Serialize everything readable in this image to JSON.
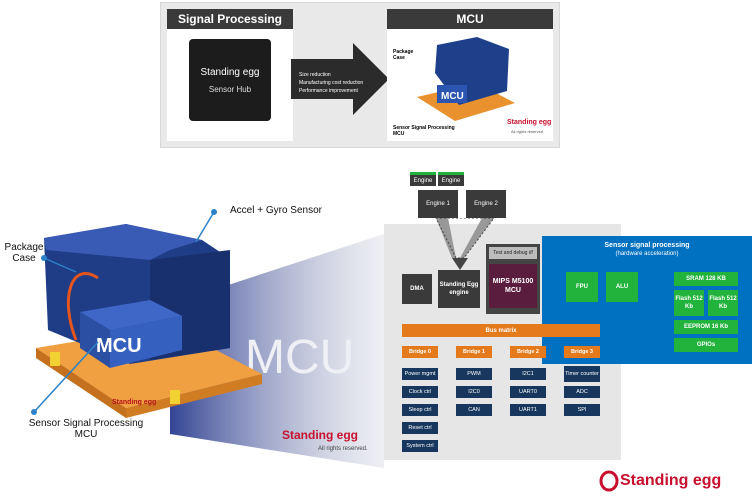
{
  "top_slide": {
    "left_title": "Signal Processing MCU",
    "right_title": "MCU",
    "chip_brand": "Standing egg",
    "chip_sub": "Sensor Hub",
    "bullets": [
      "Size reduction",
      "Manufacturing cost reduction",
      "Performance improvement"
    ],
    "labels": {
      "package_case": "Package Case",
      "mcu": "MCU",
      "sensor_mcu": "Sensor Signal Processing MCU"
    },
    "logo": "Standing egg",
    "rights": "All rights reserved."
  },
  "main_figure": {
    "accel_label": "Accel + Gyro Sensor",
    "package_label": "Package Case",
    "mcu_block": "MCU",
    "big_mcu": "MCU",
    "sensor_label": "Sensor Signal Processing MCU",
    "substrate_logo": "Standing egg",
    "logo": "Standing egg",
    "rights": "All rights reserved."
  },
  "block_diagram": {
    "engine_small": [
      "Engine",
      "Engine"
    ],
    "engine1": "Engine 1",
    "engine2": "Engine 2",
    "dma": "DMA",
    "se_engine": "Standing Egg engine",
    "test_debug": "Test and debug i/f",
    "mips": "MIPS M5100 MCU",
    "ssp_title": "Sensor signal processing",
    "ssp_sub": "(hardware acceleration)",
    "fpu": "FPU",
    "alu": "ALU",
    "sram": "SRAM 128 KB",
    "flash1": "Flash 512 Kb",
    "flash2": "Flash 512 Kb",
    "eeprom": "EEPROM 16 Kb",
    "gpios": "GPIOs",
    "bus_matrix": "Bus matrix",
    "bridges": [
      {
        "title": "Bridge 0",
        "items": [
          "Power mgmt",
          "Clock ctrl",
          "Sleep ctrl",
          "Reset ctrl",
          "System ctrl"
        ]
      },
      {
        "title": "Bridge 1",
        "items": [
          "PWM",
          "I2C0",
          "CAN"
        ]
      },
      {
        "title": "Bridge 2",
        "items": [
          "I2C1",
          "UART0",
          "UART1"
        ]
      },
      {
        "title": "Bridge 3",
        "items": [
          "Timer counter",
          "ADC",
          "SPI"
        ]
      }
    ]
  },
  "footer_logo": "Standing egg",
  "colors": {
    "navy": "#17375e",
    "green": "#21b33c",
    "blue": "#0070c0",
    "orange": "#e47a1b",
    "logo_red": "#c8102e"
  }
}
